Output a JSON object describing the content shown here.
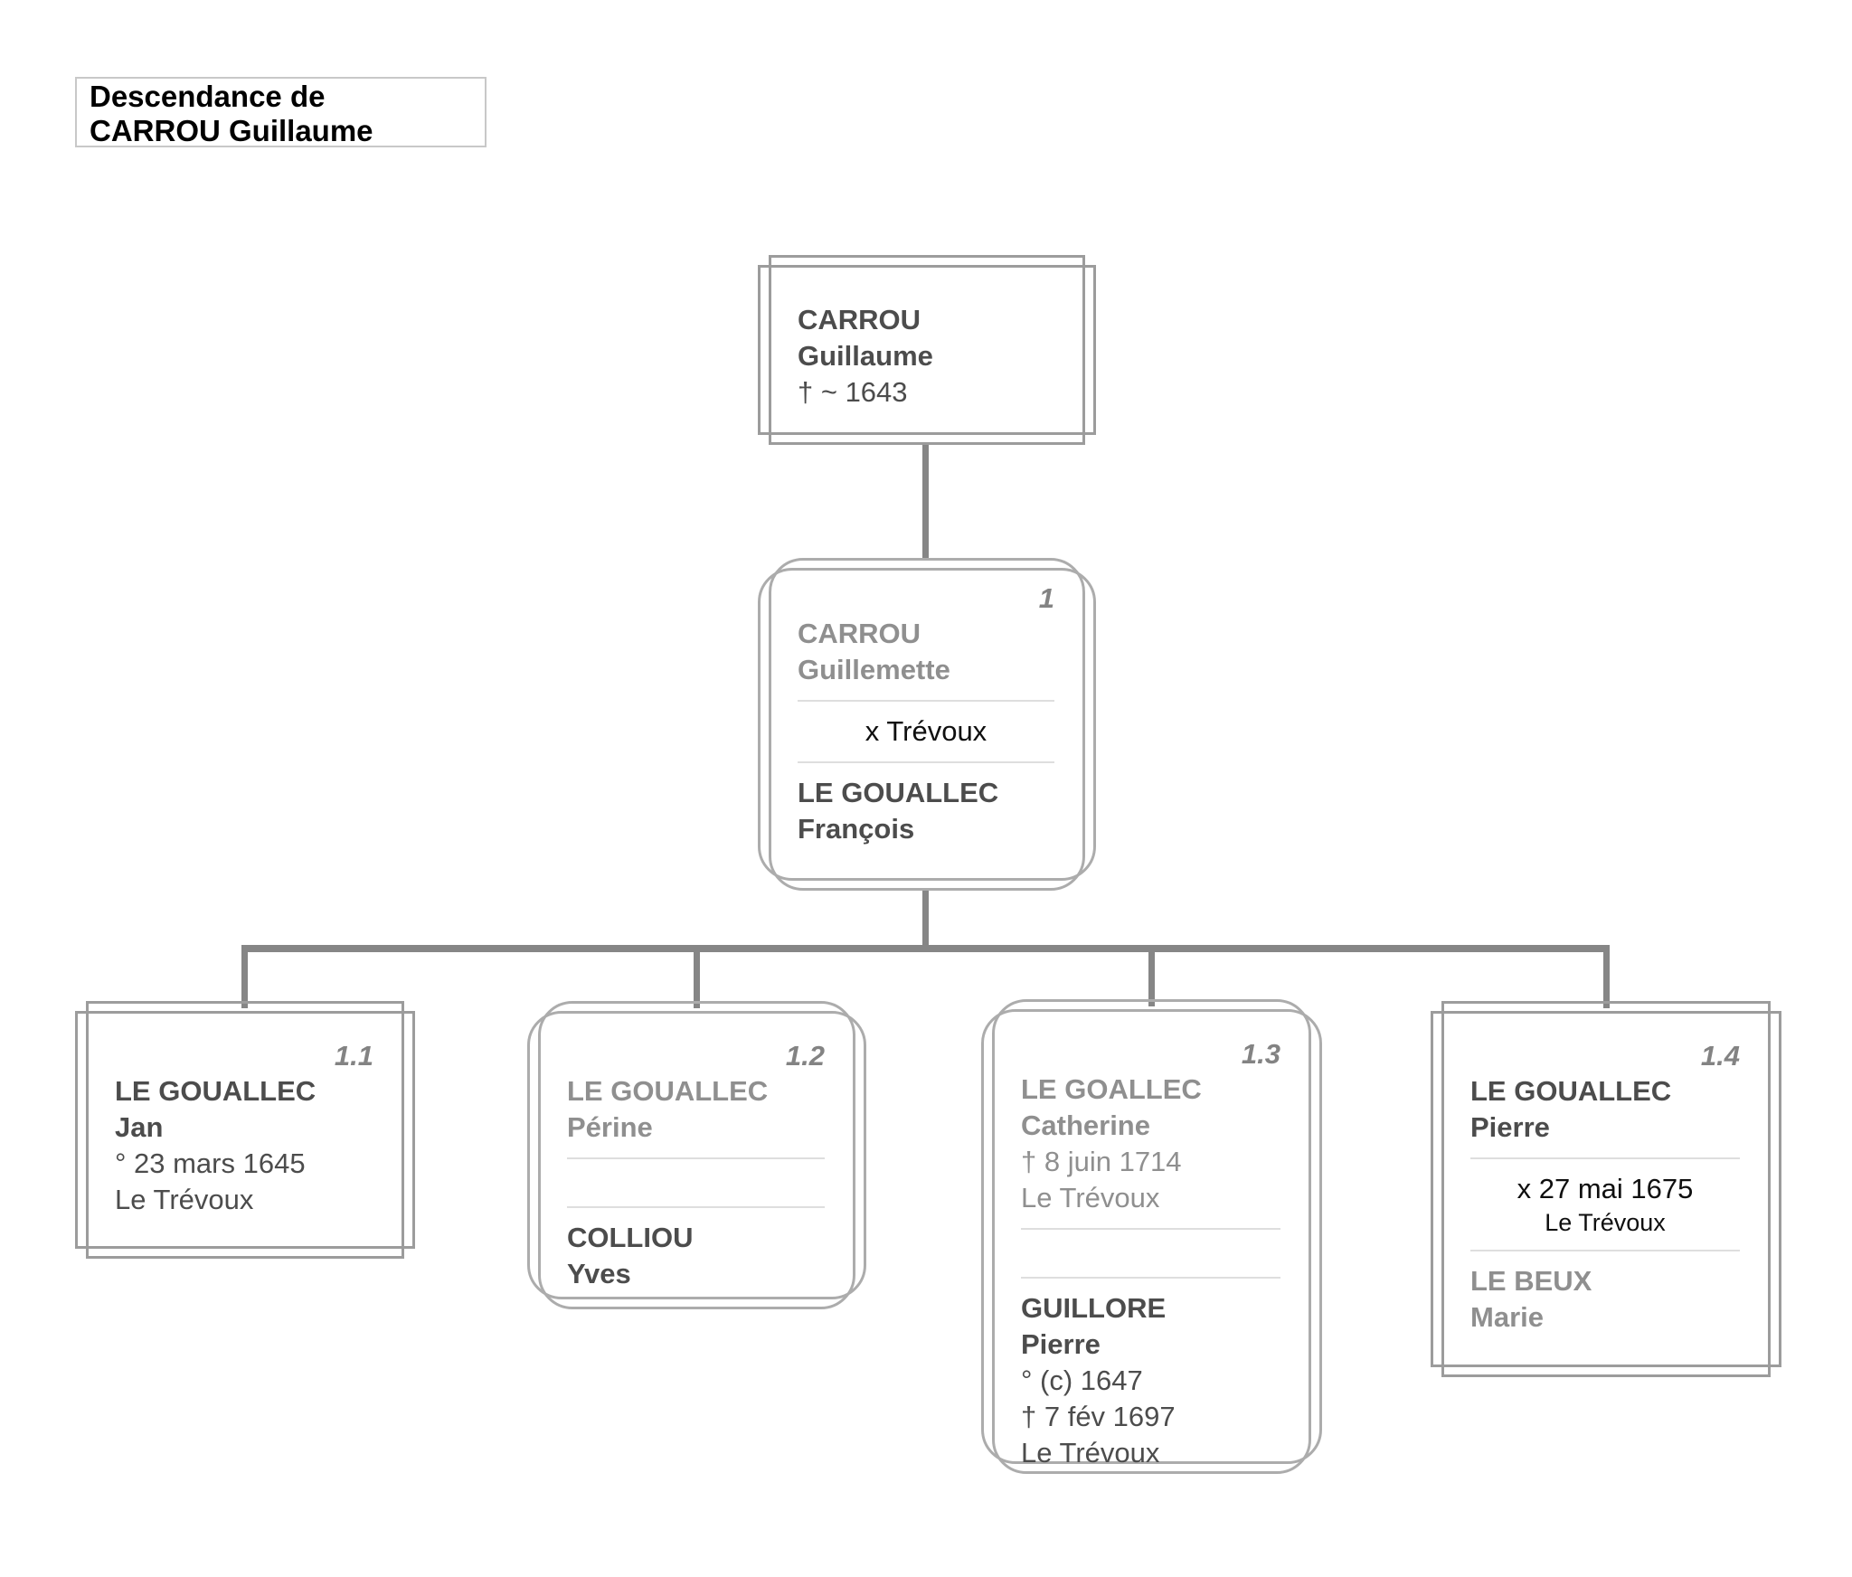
{
  "title": {
    "line1": "Descendance de",
    "line2": "CARROU Guillaume"
  },
  "root": {
    "surname": "CARROU",
    "given": "Guillaume",
    "events": [
      "† ~ 1643"
    ]
  },
  "gen1": {
    "num": "1",
    "person": {
      "surname": "CARROU",
      "given": "Guillemette"
    },
    "marriage": {
      "line1": "x Trévoux"
    },
    "spouse": {
      "surname": "LE GOUALLEC",
      "given": "François"
    }
  },
  "children": [
    {
      "num": "1.1",
      "person": {
        "surname": "LE GOUALLEC",
        "given": "Jan",
        "events": [
          "° 23 mars 1645",
          "Le Trévoux"
        ]
      }
    },
    {
      "num": "1.2",
      "person": {
        "surname": "LE GOUALLEC",
        "given": "Périne"
      },
      "spouse": {
        "surname": "COLLIOU",
        "given": "Yves"
      }
    },
    {
      "num": "1.3",
      "person": {
        "surname": "LE GOALLEC",
        "given": "Catherine",
        "events": [
          "† 8 juin 1714",
          "Le Trévoux"
        ]
      },
      "spouse": {
        "surname": "GUILLORE",
        "given": "Pierre",
        "events": [
          "° (c) 1647",
          "† 7 fév 1697",
          "Le Trévoux"
        ]
      }
    },
    {
      "num": "1.4",
      "person": {
        "surname": "LE GOUALLEC",
        "given": "Pierre"
      },
      "marriage": {
        "line1": "x 27 mai 1675",
        "line2": "Le Trévoux"
      },
      "spouse": {
        "surname": "LE BEUX",
        "given": "Marie"
      }
    }
  ]
}
